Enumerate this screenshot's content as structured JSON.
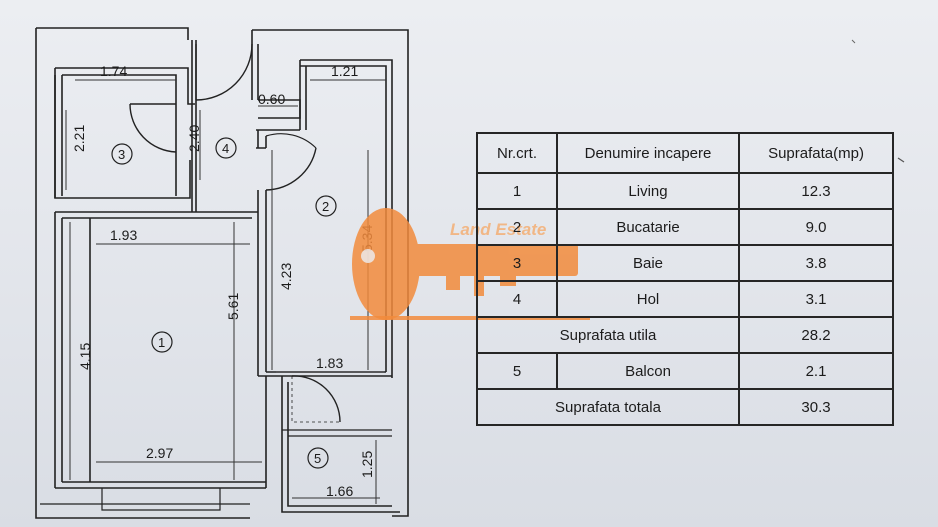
{
  "plan": {
    "dimensions": {
      "bath_width": "1.74",
      "bath_height": "2.21",
      "bath_door": "2.40",
      "hall_opening": "0.60",
      "kitchen_width": "1.21",
      "kitchen_height": "5.34",
      "kitchen_inner": "4.23",
      "living_width_top": "1.93",
      "living_height_right": "5.61",
      "living_height_left": "4.15",
      "living_width_bottom": "2.97",
      "kitchen_bottom": "1.83",
      "balcony_height": "1.25",
      "balcony_width": "1.66"
    },
    "room_markers": [
      "1",
      "2",
      "3",
      "4",
      "5"
    ]
  },
  "table": {
    "headers": [
      "Nr.crt.",
      "Denumire incapere",
      "Suprafata(mp)"
    ],
    "rows": [
      {
        "nr": "1",
        "name": "Living",
        "area": "12.3"
      },
      {
        "nr": "2",
        "name": "Bucatarie",
        "area": "9.0"
      },
      {
        "nr": "3",
        "name": "Baie",
        "area": "3.8"
      },
      {
        "nr": "4",
        "name": "Hol",
        "area": "3.1"
      }
    ],
    "useful_label": "Suprafata utila",
    "useful_value": "28.2",
    "balcony": {
      "nr": "5",
      "name": "Balcon",
      "area": "2.1"
    },
    "total_label": "Suprafata totala",
    "total_value": "30.3"
  },
  "watermark": {
    "brand": "Land Estate",
    "color": "#f28b3c"
  }
}
